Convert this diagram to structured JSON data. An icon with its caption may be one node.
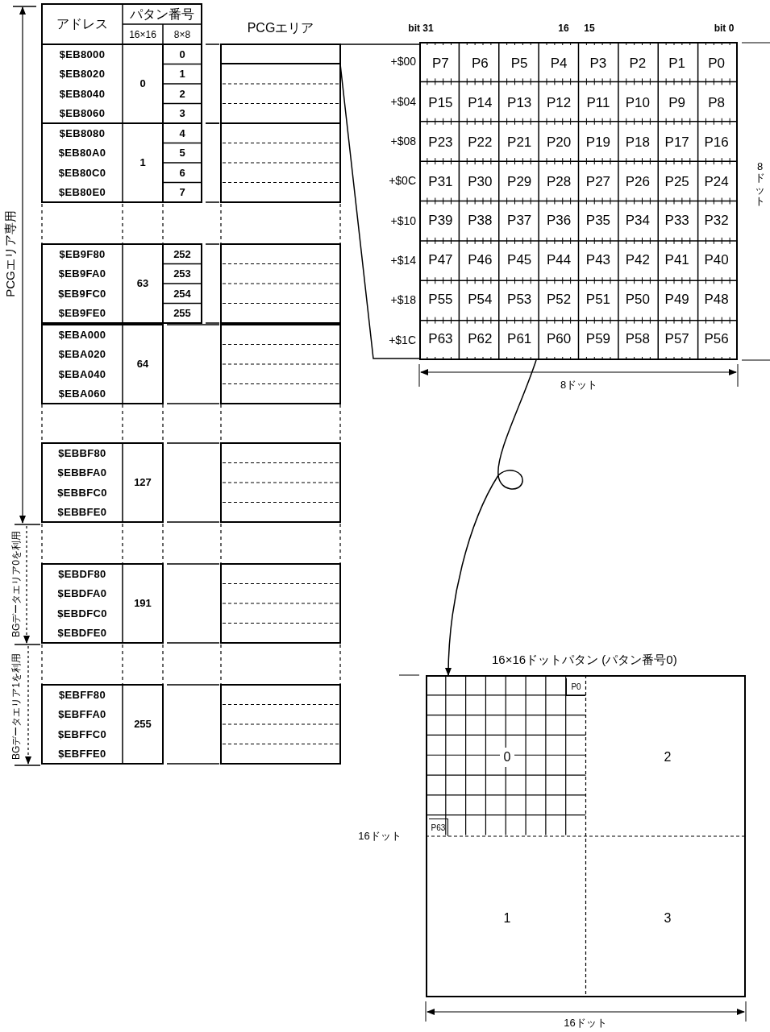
{
  "diagram": {
    "nodes": [
      {
        "text": [
          "P7",
          "P6",
          "P5",
          "P4",
          "P3",
          "P2",
          "P1",
          "P0",
          "P15",
          "P14",
          "P13",
          "P12",
          "P11",
          "P10",
          "P9",
          "P8",
          "P23",
          "P22",
          "P21",
          "P20",
          "P19",
          "P18",
          "P17",
          "P16",
          "P31",
          "P30",
          "P29",
          "P28",
          "P27",
          "P26",
          "P25",
          "P24",
          "P39",
          "P38",
          "P37",
          "P36",
          "P35",
          "P34",
          "P33",
          "P32",
          "P47",
          "P46",
          "P45",
          "P44",
          "P43",
          "P42",
          "P41",
          "P40",
          "P55",
          "P54",
          "P53",
          "P52",
          "P51",
          "P50",
          "P49",
          "P48",
          "P63",
          "P62",
          "P61",
          "P60",
          "P59",
          "P58",
          "P57",
          "P56"
        ],
        "beside": [
          "+$00",
          "+$04",
          "+$08",
          "+$0C",
          "+$10",
          "+$14",
          "+$18",
          "+$1C"
        ]
      },
      {
        "text": [
          "P0",
          "0",
          "2",
          "P63",
          "1",
          "3"
        ],
        "beside": [
          "16×16ドットパタン (パタン番号0)"
        ]
      },
      {
        "text": [],
        "shape": "box"
      }
    ],
    "edges": [
      {
        "from": 0,
        "to": 1,
        "arrow": "to"
      },
      {
        "from": 2,
        "to": 0,
        "arrow": "none"
      },
      {
        "from": 2,
        "to": 0,
        "arrow": "none"
      }
    ],
    "labels": [
      "アドレス",
      "パタン番号",
      "16×16",
      "8×8",
      "PCGエリア",
      "bit 31",
      "16",
      "15",
      "bit 0",
      "$EB8000",
      "$EB8020",
      "$EB8040",
      "$EB8060",
      "0",
      "0",
      "1",
      "2",
      "3",
      "$EB8080",
      "$EB80A0",
      "$EB80C0",
      "$EB80E0",
      "1",
      "4",
      "5",
      "6",
      "7",
      "$EB9F80",
      "$EB9FA0",
      "$EB9FC0",
      "$EB9FE0",
      "63",
      "252",
      "253",
      "254",
      "255",
      "$EBA000",
      "$EBA020",
      "$EBA040",
      "$EBA060",
      "64",
      "$EBBF80",
      "$EBBFA0",
      "$EBBFC0",
      "$EBBFE0",
      "127",
      "$EBDF80",
      "$EBDFA0",
      "$EBDFC0",
      "$EBDFE0",
      "191",
      "$EBFF80",
      "$EBFFA0",
      "$EBFFC0",
      "$EBFFE0",
      "255",
      "8ドット",
      "8ドット",
      "PCGエリア専用",
      "BGデータエリア0を利用",
      "BGデータエリア1を利用",
      "16ドット",
      "16ドット"
    ]
  }
}
